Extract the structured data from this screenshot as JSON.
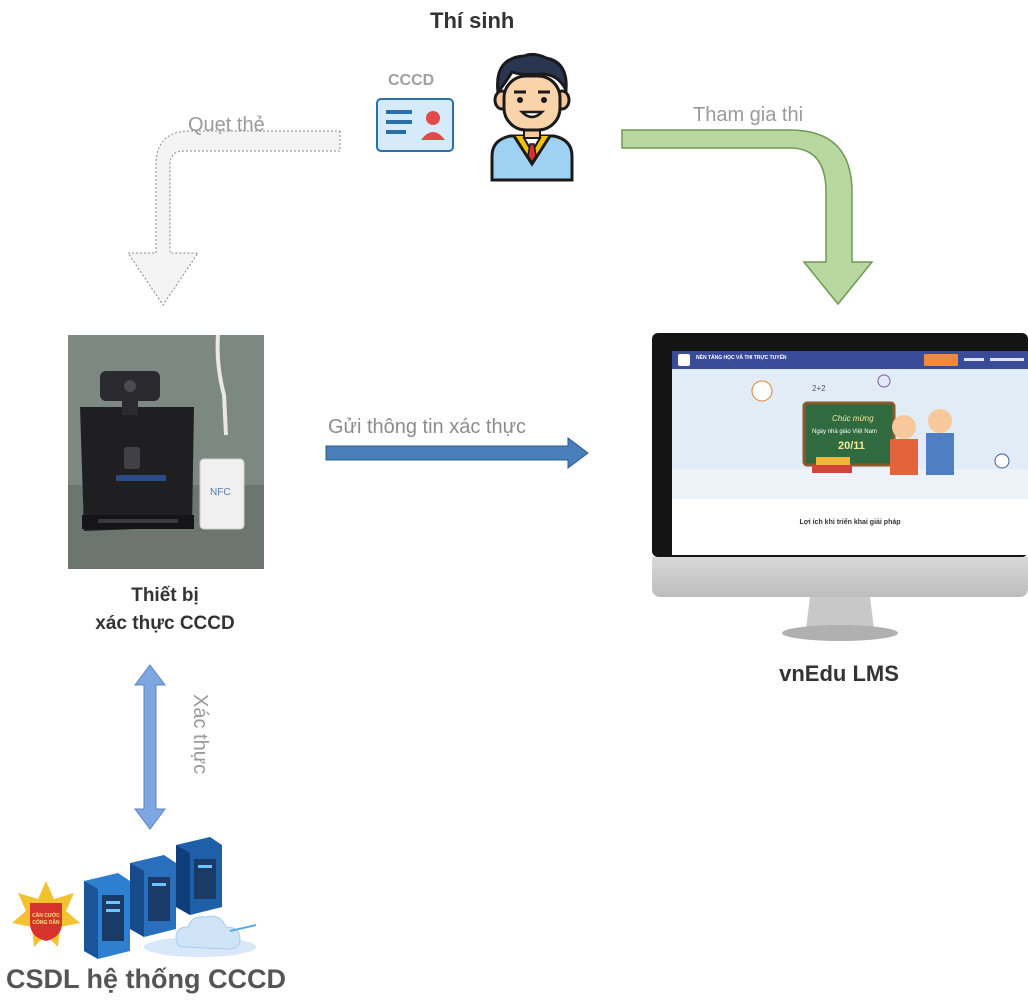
{
  "student": {
    "title": "Thí sinh",
    "card_label": "CCCD"
  },
  "edges": {
    "swipe_card": "Quẹt thẻ",
    "join_exam": "Tham gia thi",
    "send_info": "Gửi thông tin xác thực",
    "authenticate": "Xác thực"
  },
  "device": {
    "line1": "Thiết bị",
    "line2": "xác thực CCCD"
  },
  "lms": {
    "caption": "vnEdu LMS",
    "screen": {
      "header_title": "NỀN TẢNG HỌC VÀ THI TRỰC TUYẾN",
      "banner_line1": "Chúc mừng",
      "banner_line2": "Ngày nhà giáo Việt Nam",
      "banner_date": "20/11",
      "body_heading": "Lợi ích khi triển khai giải pháp"
    }
  },
  "database": {
    "caption": "CSDL hệ thống CCCD",
    "badge_text": "CĂN CƯỚC CÔNG DÂN"
  },
  "colors": {
    "green_arrow": "#b9d7a0",
    "blue_arrow": "#4a7ebb",
    "light_blue_arrow": "#7ea6e0",
    "grey_arrow": "#f2f2f2"
  }
}
